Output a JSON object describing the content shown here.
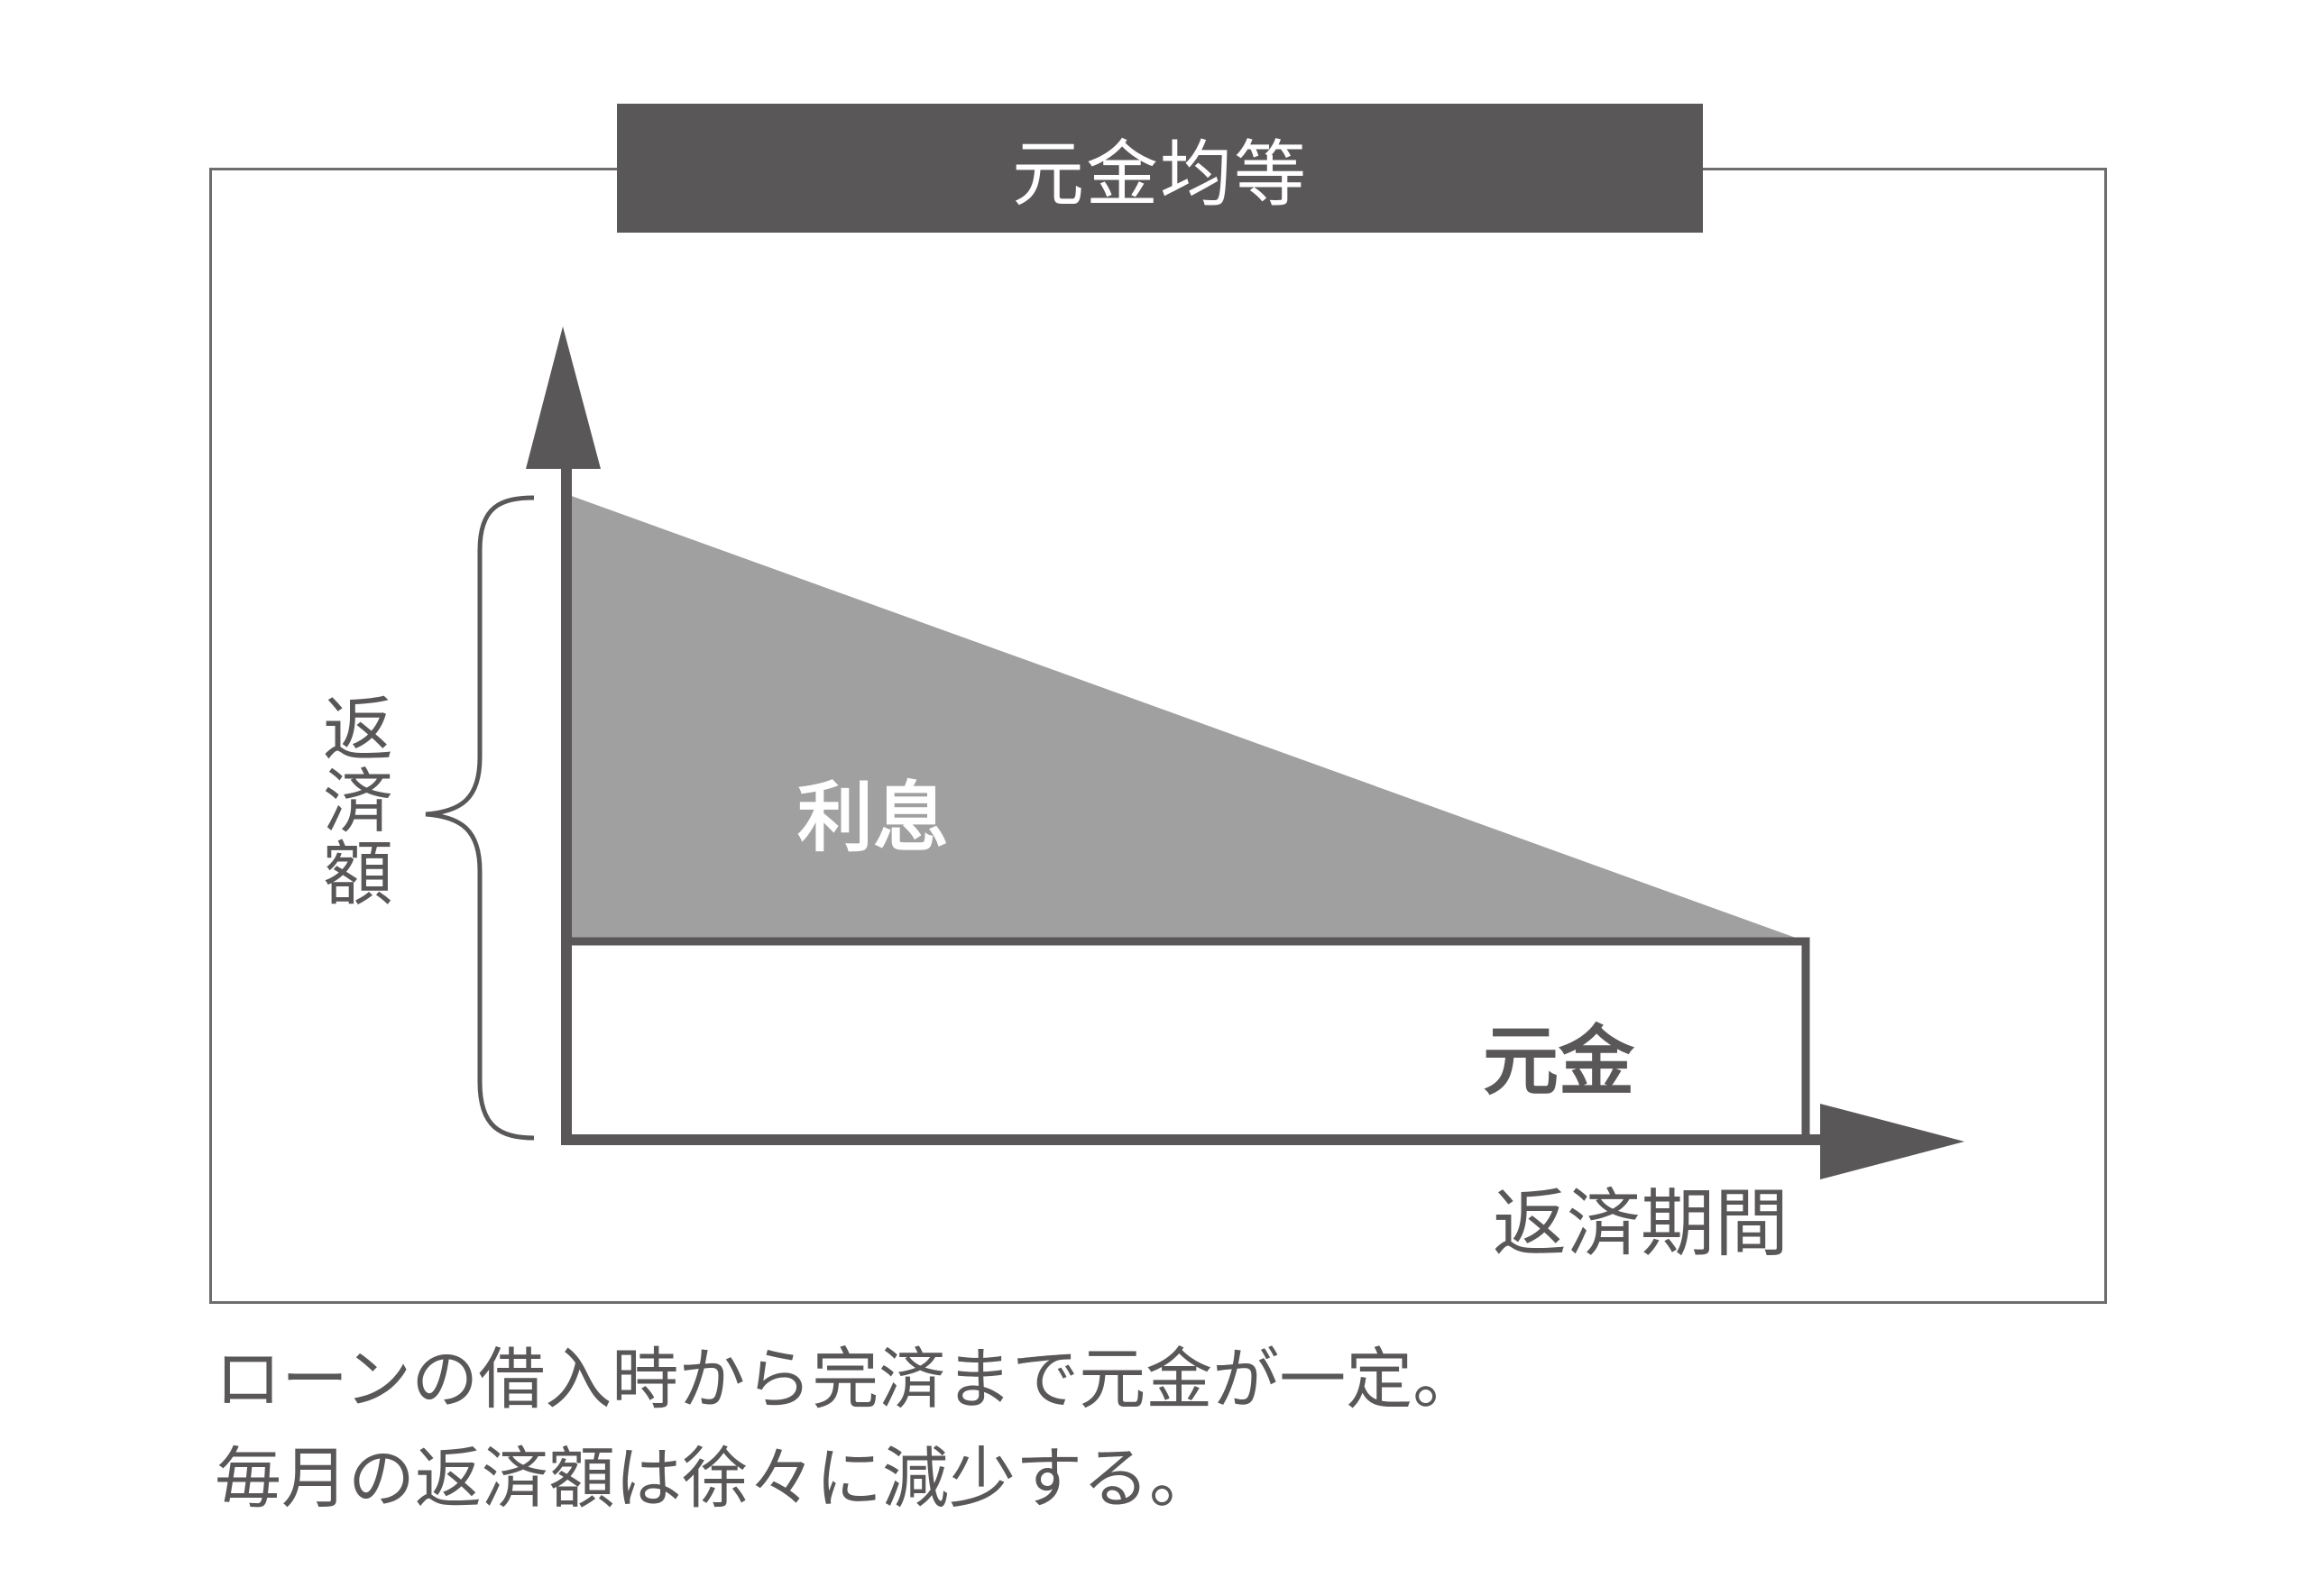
{
  "title": "元金均等",
  "y_axis_label": "返\n済\n額",
  "x_axis_label": "返済期間",
  "regions": {
    "interest_label": "利息",
    "principal_label": "元金"
  },
  "caption": {
    "line1": "ローンの借入時から完済まで元金が一定。",
    "line2": "毎月の返済額は徐々に減少する。"
  },
  "colors": {
    "dark": "#595758",
    "interest_fill": "#a0a0a0",
    "principal_fill": "#ffffff",
    "frame": "#6e6c6d"
  },
  "icons": {
    "y_axis_arrow": "arrow-up-icon",
    "x_axis_arrow": "arrow-right-icon",
    "brace": "left-curly-brace-icon"
  }
}
